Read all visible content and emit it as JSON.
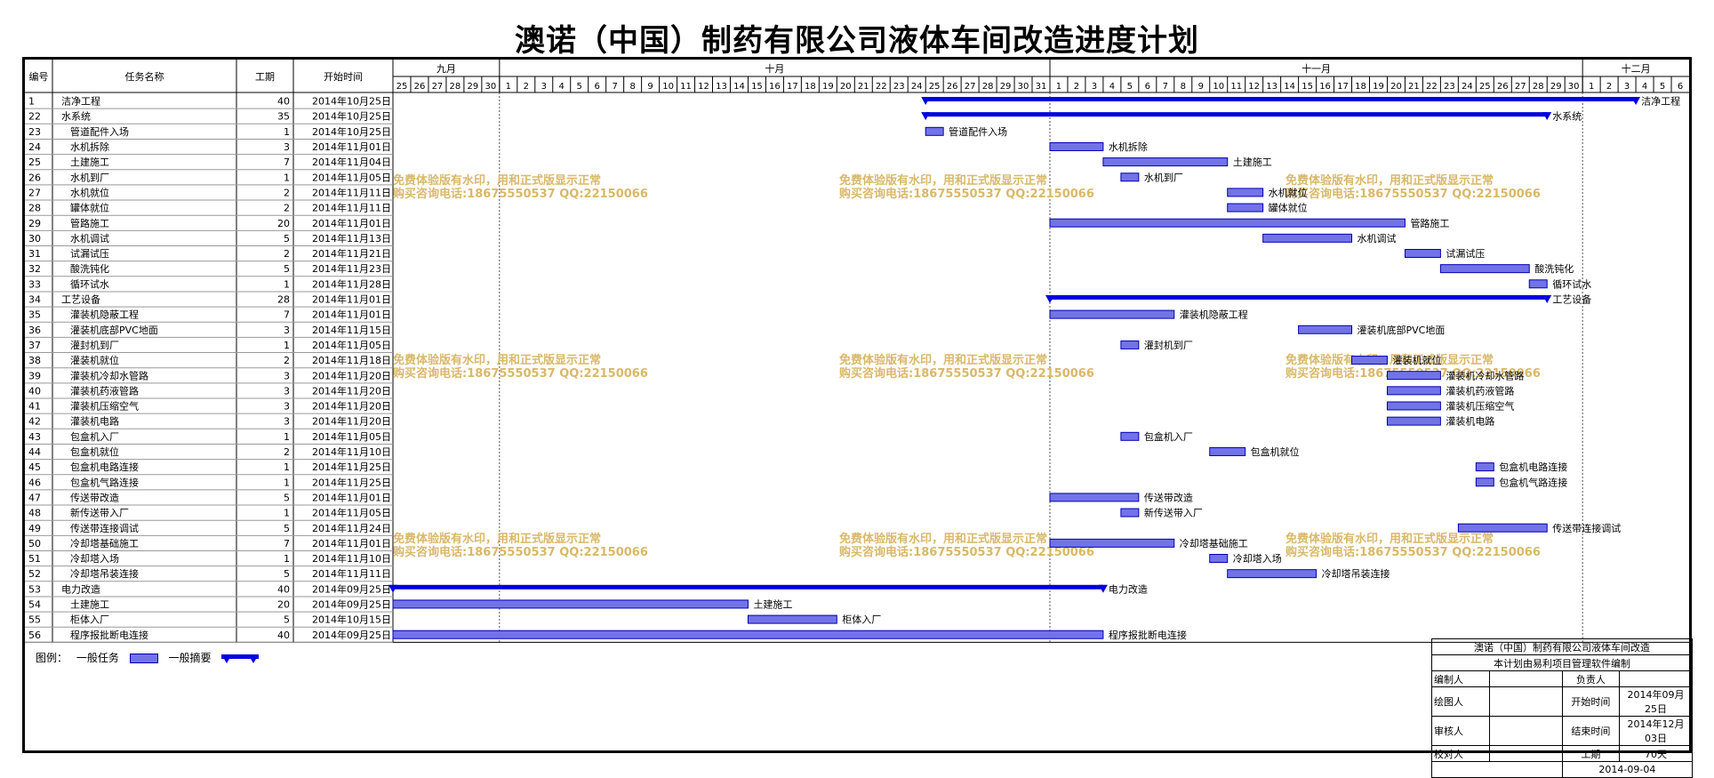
{
  "title": "澳诺（中国）制药有限公司液体车间改造进度计划",
  "headers": {
    "id": "编号",
    "name": "任务名称",
    "dur": "工期",
    "start": "开始时间"
  },
  "timeline": {
    "months": [
      {
        "label": "九月",
        "start": "2014-09-25",
        "end": "2014-09-30"
      },
      {
        "label": "十月",
        "start": "2014-10-01",
        "end": "2014-10-31"
      },
      {
        "label": "十一月",
        "start": "2014-11-01",
        "end": "2014-11-30"
      },
      {
        "label": "十二月",
        "start": "2014-12-01",
        "end": "2014-12-06"
      }
    ],
    "start": "2014-09-25",
    "end": "2014-12-06"
  },
  "watermark": [
    "免费体验版有水印，用和正式版显示正常",
    "购买咨询电话:18675550537 QQ:22150066"
  ],
  "chart_data": {
    "type": "gantt",
    "tasks": [
      {
        "id": "1",
        "name": "洁净工程",
        "dur": 40,
        "start": "2014年10月25日",
        "s": "2014-10-25",
        "kind": "summary",
        "label": "洁净工程",
        "indent": 0
      },
      {
        "id": "22",
        "name": "水系统",
        "dur": 35,
        "start": "2014年10月25日",
        "s": "2014-10-25",
        "kind": "summary",
        "label": "水系统",
        "indent": 0
      },
      {
        "id": "23",
        "name": "管道配件入场",
        "dur": 1,
        "start": "2014年10月25日",
        "s": "2014-10-25",
        "kind": "task",
        "label": "管道配件入场",
        "indent": 1
      },
      {
        "id": "24",
        "name": "水机拆除",
        "dur": 3,
        "start": "2014年11月01日",
        "s": "2014-11-01",
        "kind": "task",
        "label": "水机拆除",
        "indent": 1
      },
      {
        "id": "25",
        "name": "土建施工",
        "dur": 7,
        "start": "2014年11月04日",
        "s": "2014-11-04",
        "kind": "task",
        "label": "土建施工",
        "indent": 1
      },
      {
        "id": "26",
        "name": "水机到厂",
        "dur": 1,
        "start": "2014年11月05日",
        "s": "2014-11-05",
        "kind": "task",
        "label": "水机到厂",
        "indent": 1
      },
      {
        "id": "27",
        "name": "水机就位",
        "dur": 2,
        "start": "2014年11月11日",
        "s": "2014-11-11",
        "kind": "task",
        "label": "水机就位",
        "indent": 1
      },
      {
        "id": "28",
        "name": "罐体就位",
        "dur": 2,
        "start": "2014年11月11日",
        "s": "2014-11-11",
        "kind": "task",
        "label": "罐体就位",
        "indent": 1
      },
      {
        "id": "29",
        "name": "管路施工",
        "dur": 20,
        "start": "2014年11月01日",
        "s": "2014-11-01",
        "kind": "task",
        "label": "管路施工",
        "indent": 1
      },
      {
        "id": "30",
        "name": "水机调试",
        "dur": 5,
        "start": "2014年11月13日",
        "s": "2014-11-13",
        "kind": "task",
        "label": "水机调试",
        "indent": 1
      },
      {
        "id": "31",
        "name": "试漏试压",
        "dur": 2,
        "start": "2014年11月21日",
        "s": "2014-11-21",
        "kind": "task",
        "label": "试漏试压",
        "indent": 1
      },
      {
        "id": "32",
        "name": "酸洗钝化",
        "dur": 5,
        "start": "2014年11月23日",
        "s": "2014-11-23",
        "kind": "task",
        "label": "酸洗钝化",
        "indent": 1
      },
      {
        "id": "33",
        "name": "循环试水",
        "dur": 1,
        "start": "2014年11月28日",
        "s": "2014-11-28",
        "kind": "task",
        "label": "循环试水",
        "indent": 1
      },
      {
        "id": "34",
        "name": "工艺设备",
        "dur": 28,
        "start": "2014年11月01日",
        "s": "2014-11-01",
        "kind": "summary",
        "label": "工艺设备",
        "indent": 0
      },
      {
        "id": "35",
        "name": "灌装机隐蔽工程",
        "dur": 7,
        "start": "2014年11月01日",
        "s": "2014-11-01",
        "kind": "task",
        "label": "灌装机隐蔽工程",
        "indent": 1
      },
      {
        "id": "36",
        "name": "灌装机底部PVC地面",
        "dur": 3,
        "start": "2014年11月15日",
        "s": "2014-11-15",
        "kind": "task",
        "label": "灌装机底部PVC地面",
        "indent": 1
      },
      {
        "id": "37",
        "name": "灌封机到厂",
        "dur": 1,
        "start": "2014年11月05日",
        "s": "2014-11-05",
        "kind": "task",
        "label": "灌封机到厂",
        "indent": 1
      },
      {
        "id": "38",
        "name": "灌装机就位",
        "dur": 2,
        "start": "2014年11月18日",
        "s": "2014-11-18",
        "kind": "task",
        "label": "灌装机就位",
        "indent": 1
      },
      {
        "id": "39",
        "name": "灌装机冷却水管路",
        "dur": 3,
        "start": "2014年11月20日",
        "s": "2014-11-20",
        "kind": "task",
        "label": "灌装机冷却水管路",
        "indent": 1
      },
      {
        "id": "40",
        "name": "灌装机药液管路",
        "dur": 3,
        "start": "2014年11月20日",
        "s": "2014-11-20",
        "kind": "task",
        "label": "灌装机药液管路",
        "indent": 1
      },
      {
        "id": "41",
        "name": "灌装机压缩空气",
        "dur": 3,
        "start": "2014年11月20日",
        "s": "2014-11-20",
        "kind": "task",
        "label": "灌装机压缩空气",
        "indent": 1
      },
      {
        "id": "42",
        "name": "灌装机电路",
        "dur": 3,
        "start": "2014年11月20日",
        "s": "2014-11-20",
        "kind": "task",
        "label": "灌装机电路",
        "indent": 1
      },
      {
        "id": "43",
        "name": "包盒机入厂",
        "dur": 1,
        "start": "2014年11月05日",
        "s": "2014-11-05",
        "kind": "task",
        "label": "包盒机入厂",
        "indent": 1
      },
      {
        "id": "44",
        "name": "包盒机就位",
        "dur": 2,
        "start": "2014年11月10日",
        "s": "2014-11-10",
        "kind": "task",
        "label": "包盒机就位",
        "indent": 1
      },
      {
        "id": "45",
        "name": "包盒机电路连接",
        "dur": 1,
        "start": "2014年11月25日",
        "s": "2014-11-25",
        "kind": "task",
        "label": "包盒机电路连接",
        "indent": 1
      },
      {
        "id": "46",
        "name": "包盒机气路连接",
        "dur": 1,
        "start": "2014年11月25日",
        "s": "2014-11-25",
        "kind": "task",
        "label": "包盒机气路连接",
        "indent": 1
      },
      {
        "id": "47",
        "name": "传送带改造",
        "dur": 5,
        "start": "2014年11月01日",
        "s": "2014-11-01",
        "kind": "task",
        "label": "传送带改造",
        "indent": 1
      },
      {
        "id": "48",
        "name": "新传送带入厂",
        "dur": 1,
        "start": "2014年11月05日",
        "s": "2014-11-05",
        "kind": "task",
        "label": "新传送带入厂",
        "indent": 1
      },
      {
        "id": "49",
        "name": "传送带连接调试",
        "dur": 5,
        "start": "2014年11月24日",
        "s": "2014-11-24",
        "kind": "task",
        "label": "传送带连接调试",
        "indent": 1
      },
      {
        "id": "50",
        "name": "冷却塔基础施工",
        "dur": 7,
        "start": "2014年11月01日",
        "s": "2014-11-01",
        "kind": "task",
        "label": "冷却塔基础施工",
        "indent": 1
      },
      {
        "id": "51",
        "name": "冷却塔入场",
        "dur": 1,
        "start": "2014年11月10日",
        "s": "2014-11-10",
        "kind": "task",
        "label": "冷却塔入场",
        "indent": 1
      },
      {
        "id": "52",
        "name": "冷却塔吊装连接",
        "dur": 5,
        "start": "2014年11月11日",
        "s": "2014-11-11",
        "kind": "task",
        "label": "冷却塔吊装连接",
        "indent": 1
      },
      {
        "id": "53",
        "name": "电力改造",
        "dur": 40,
        "start": "2014年09月25日",
        "s": "2014-09-25",
        "kind": "summary",
        "label": "电力改造",
        "indent": 0
      },
      {
        "id": "54",
        "name": "土建施工",
        "dur": 20,
        "start": "2014年09月25日",
        "s": "2014-09-25",
        "kind": "task",
        "label": "土建施工",
        "indent": 1
      },
      {
        "id": "55",
        "name": "柜体入厂",
        "dur": 5,
        "start": "2014年10月15日",
        "s": "2014-10-15",
        "kind": "task",
        "label": "柜体入厂",
        "indent": 1
      },
      {
        "id": "56",
        "name": "程序报批断电连接",
        "dur": 40,
        "start": "2014年09月25日",
        "s": "2014-09-25",
        "kind": "task",
        "label": "程序报批断电连接",
        "indent": 1
      }
    ]
  },
  "legend": {
    "label": "图例：",
    "task": "一般任务",
    "summary": "一般摘要"
  },
  "info": {
    "project": "澳诺（中国）制药有限公司液体车间改造",
    "note": "本计划由易利项目管理软件编制",
    "r1": [
      "编制人",
      "",
      "负责人",
      ""
    ],
    "r2": [
      "绘图人",
      "",
      "开始时间",
      "2014年09月25日"
    ],
    "r3": [
      "审核人",
      "",
      "结束时间",
      "2014年12月03日"
    ],
    "r4": [
      "校对人",
      "",
      "工期",
      "70天"
    ],
    "date": "2014-09-04"
  },
  "colors": {
    "bar": "#7373e8",
    "barEdge": "#0000b0",
    "summary": "#0000e0",
    "watermark": "#d9b86a"
  }
}
